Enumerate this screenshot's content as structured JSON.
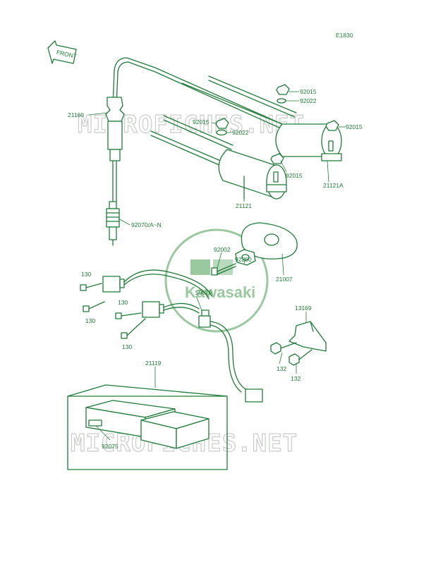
{
  "diagram_code": "E1830",
  "front_label": "FRONT",
  "watermark_text": "MICROFICHES.NET",
  "logo_text": "Kawasaki",
  "colors": {
    "line": "#1f7a38",
    "watermark": "#c9ccc9",
    "logo": "#9bc99f"
  },
  "parts": {
    "p21160": "21160",
    "p92070": "92070/A~N",
    "p92015a": "92015",
    "p92022a": "92022",
    "p92015b": "92015",
    "p92015c": "92015",
    "p92022b": "92022",
    "p92015d": "92015",
    "p21121a": "21121A",
    "p21121": "21121",
    "p92002": "92002",
    "p92200": "92200",
    "p21007": "21007",
    "p130a": "130",
    "p130b": "130",
    "p130c": "130",
    "p130d": "130",
    "p59026": "59026",
    "p13169": "13169",
    "p132a": "132",
    "p132b": "132",
    "p21119": "21119",
    "p92075": "92075"
  }
}
